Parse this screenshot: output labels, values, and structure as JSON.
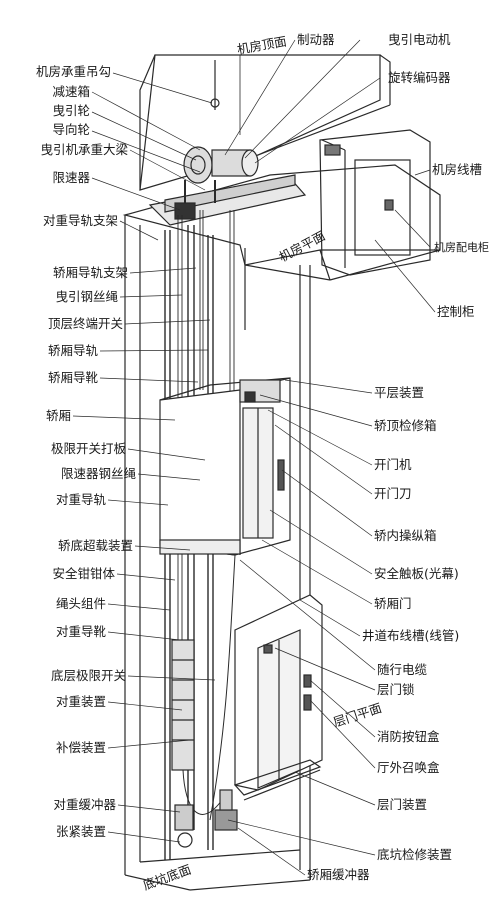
{
  "diagram": {
    "left_labels": [
      "机房承重吊勾",
      "减速箱",
      "曳引轮",
      "导向轮",
      "曳引机承重大梁",
      "限速器",
      "对重导轨支架",
      "轿厢导轨支架",
      "曳引钢丝绳",
      "顶层终端开关",
      "轿厢导轨",
      "轿厢导靴",
      "轿厢",
      "极限开关打板",
      "限速器钢丝绳",
      "对重导轨",
      "轿底超载装置",
      "安全钳钳体",
      "绳头组件",
      "对重导靴",
      "底层极限开关",
      "对重装置",
      "补偿装置",
      "对重缓冲器",
      "张紧装置"
    ],
    "right_labels": [
      "制动器",
      "曳引电动机",
      "旋转编码器",
      "机房线槽",
      "机房配电柜",
      "控制柜",
      "平层装置",
      "轿顶检修箱",
      "开门机",
      "开门刀",
      "轿内操纵箱",
      "安全触板(光幕)",
      "轿厢门",
      "井道布线槽(线管)",
      "随行电缆",
      "层门锁",
      "消防按钮盒",
      "厅外召唤盒",
      "层门装置",
      "底坑检修装置",
      "轿厢缓冲器"
    ],
    "plane_labels": {
      "machine_room_top": "机房顶面",
      "machine_room_floor": "机房平面",
      "landing_floor": "层门平面",
      "pit_floor": "底坑底面"
    }
  }
}
